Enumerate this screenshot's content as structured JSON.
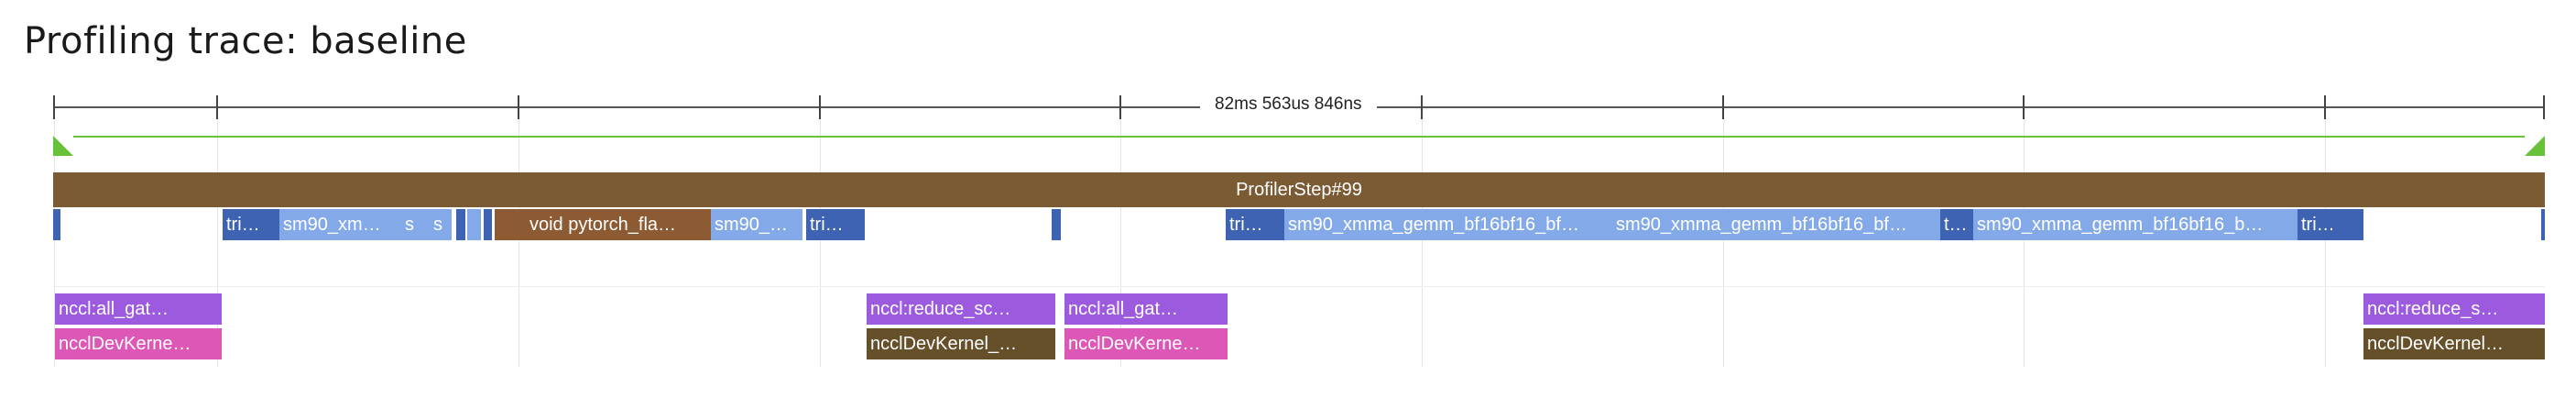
{
  "title": "Profiling trace: baseline",
  "ruler": {
    "duration_label": "82ms 563us 846ns"
  },
  "colors": {
    "profiler": "#7b5b34",
    "gemm_dark": "#3e63b3",
    "gemm_light": "#83a9e8",
    "flash": "#8d5b33",
    "nccl_purple": "#9c5bde",
    "nccl_pink": "#dd57b6",
    "nccl_brown": "#66502a",
    "range": "#67c23a"
  },
  "events": {
    "profiler_step": "ProfilerStep#99",
    "r1_tri_1": "tri…",
    "r1_sm90_1": "sm90_xm…",
    "r1_s_1": "s",
    "r1_s_2": "s",
    "r1_flash": "void pytorch_fla…",
    "r1_sm90_2": "sm90_…",
    "r1_tri_2": "tri…",
    "r1_tri_3": "tri…",
    "r1_sm90_3": "sm90_xmma_gemm_bf16bf16_bf…",
    "r1_sm90_4": "sm90_xmma_gemm_bf16bf16_bf…",
    "r1_t": "t…",
    "r1_sm90_5": "sm90_xmma_gemm_bf16bf16_b…",
    "r1_tri_4": "tri…",
    "nccl_all_gat_1": "nccl:all_gat…",
    "nccl_dev_1": "ncclDevKerne…",
    "nccl_reduce_1": "nccl:reduce_sc…",
    "nccl_dev_2": "ncclDevKernel_…",
    "nccl_all_gat_2": "nccl:all_gat…",
    "nccl_dev_3": "ncclDevKerne…",
    "nccl_reduce_2": "nccl:reduce_s…",
    "nccl_dev_4": "ncclDevKernel…"
  }
}
